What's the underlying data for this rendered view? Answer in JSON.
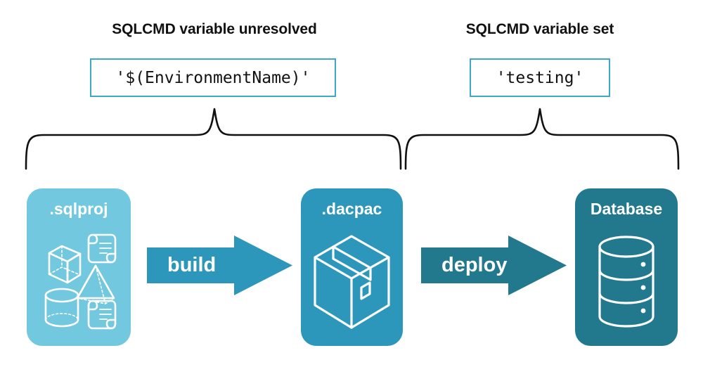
{
  "diagram": {
    "type": "flow",
    "background": "#ffffff",
    "headings": [
      {
        "id": "left",
        "text": "SQLCMD variable unresolved"
      },
      {
        "id": "right",
        "text": "SQLCMD variable set"
      }
    ],
    "code_boxes": [
      {
        "id": "left",
        "value": "'$(EnvironmentName)'",
        "border_color": "#3FA8C4"
      },
      {
        "id": "right",
        "value": "'testing'",
        "border_color": "#3FA8C4"
      }
    ],
    "nodes": [
      {
        "id": "sqlproj",
        "label": ".sqlproj",
        "color": "#72C8DE",
        "icons": [
          "cube-icon",
          "scroll-icon",
          "pyramid-icon",
          "cylinder-icon",
          "scroll-icon"
        ]
      },
      {
        "id": "dacpac",
        "label": ".dacpac",
        "color": "#2C97BA",
        "icons": [
          "package-box-icon"
        ]
      },
      {
        "id": "database",
        "label": "Database",
        "color": "#22798E",
        "icons": [
          "database-cylinder-icon"
        ]
      }
    ],
    "arrows": [
      {
        "id": "build",
        "label": "build",
        "color": "#2C97BA",
        "from": "sqlproj",
        "to": "dacpac"
      },
      {
        "id": "deploy",
        "label": "deploy",
        "color": "#22798E",
        "from": "dacpac",
        "to": "database"
      }
    ],
    "braces": [
      {
        "id": "left",
        "spans": [
          "sqlproj",
          "dacpac"
        ],
        "points_to": "code-box-left",
        "color": "#000000"
      },
      {
        "id": "right",
        "spans": [
          "dacpac",
          "database"
        ],
        "points_to": "code-box-right",
        "color": "#000000"
      }
    ]
  }
}
